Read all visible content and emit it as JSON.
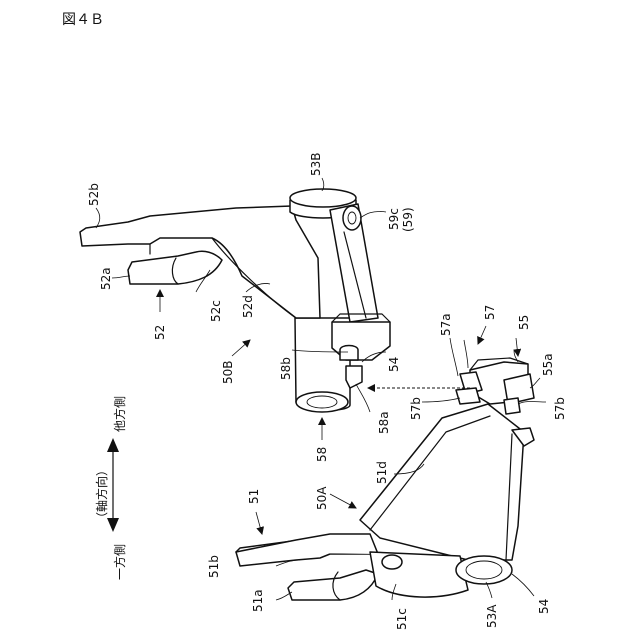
{
  "figure": {
    "title": "図４Ｂ",
    "direction": {
      "caption": "（軸方向）",
      "one_side": "一方側",
      "other_side": "他方側"
    },
    "labels": {
      "l52b": "52b",
      "l53B": "53B",
      "l59c": "59c",
      "l59": "(59)",
      "l52a": "52a",
      "l52": "52",
      "l52c": "52c",
      "l52d": "52d",
      "l50B": "50B",
      "l58b": "58b",
      "l54_upper": "54",
      "l57a": "57a",
      "l57": "57",
      "l55": "55",
      "l55a": "55a",
      "l58a": "58a",
      "l57b_left": "57b",
      "l57b_right": "57b",
      "l58": "58",
      "l51d": "51d",
      "l51": "51",
      "l50A": "50A",
      "l51b": "51b",
      "l51a": "51a",
      "l51c": "51c",
      "l53A": "53A",
      "l54_lower": "54"
    }
  }
}
